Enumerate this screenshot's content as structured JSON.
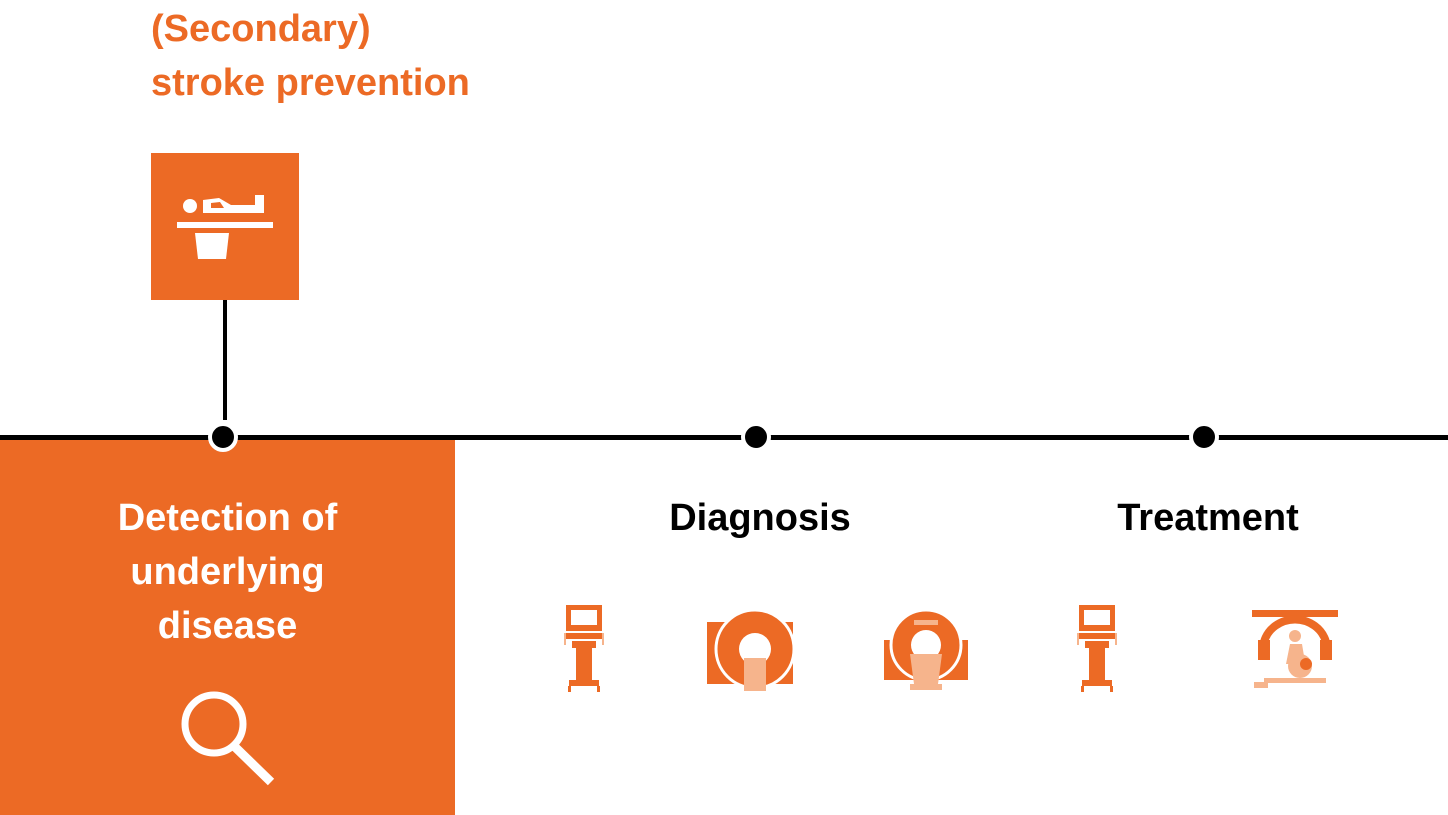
{
  "header": {
    "title_line1": "(Secondary)",
    "title_line2": "stroke prevention"
  },
  "stages": {
    "detection": {
      "line1": "Detection of",
      "line2": "underlying",
      "line3": "disease"
    },
    "diagnosis": {
      "label": "Diagnosis"
    },
    "treatment": {
      "label": "Treatment"
    }
  },
  "colors": {
    "accent": "#ec6a25",
    "accent_light": "#f6b48c",
    "line": "#000000",
    "background": "#ffffff"
  },
  "icons": {
    "header": "patient-on-bed-icon",
    "detection": "magnifier-icon",
    "diagnosis": [
      "ultrasound-cart-icon",
      "ct-scanner-icon",
      "mri-scanner-icon"
    ],
    "treatment": [
      "ultrasound-cart-icon",
      "angiography-c-arm-icon"
    ]
  }
}
